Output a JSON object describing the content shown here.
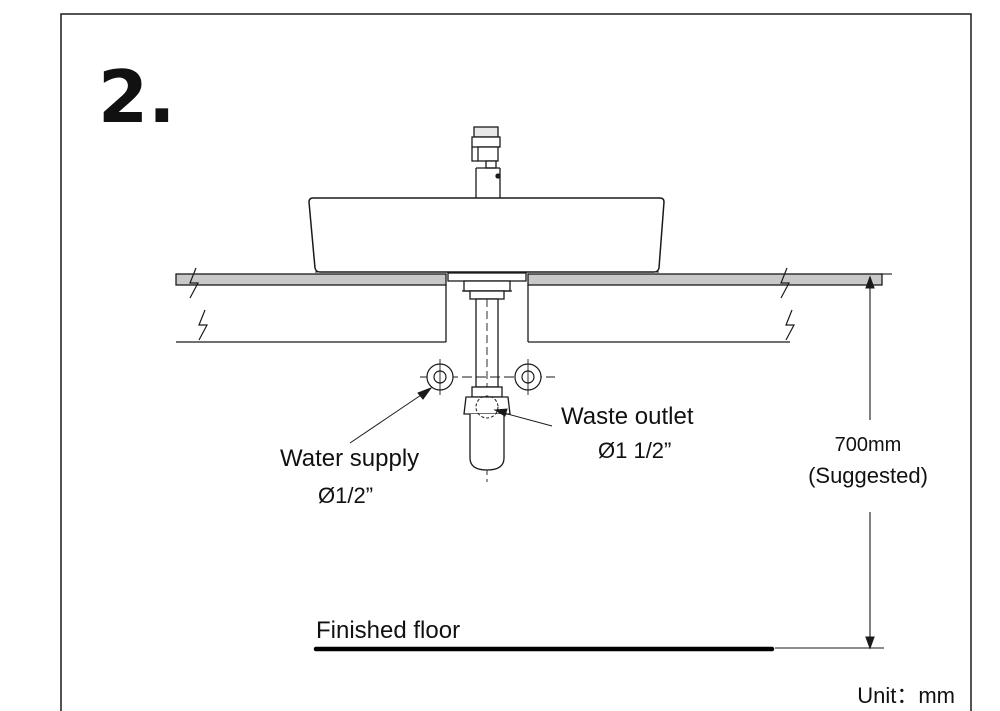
{
  "step_number": "2.",
  "labels": {
    "water_supply": "Water supply",
    "water_supply_size": "Ø1/2”",
    "waste_outlet": "Waste outlet",
    "waste_outlet_size": "Ø1  1/2”",
    "height_value": "700mm",
    "height_note": "(Suggested)",
    "finished_floor": "Finished floor",
    "unit": "Unit：mm"
  },
  "colors": {
    "line": "#1a1a1a",
    "countertop": "#c8c8c8",
    "background": "#ffffff"
  }
}
